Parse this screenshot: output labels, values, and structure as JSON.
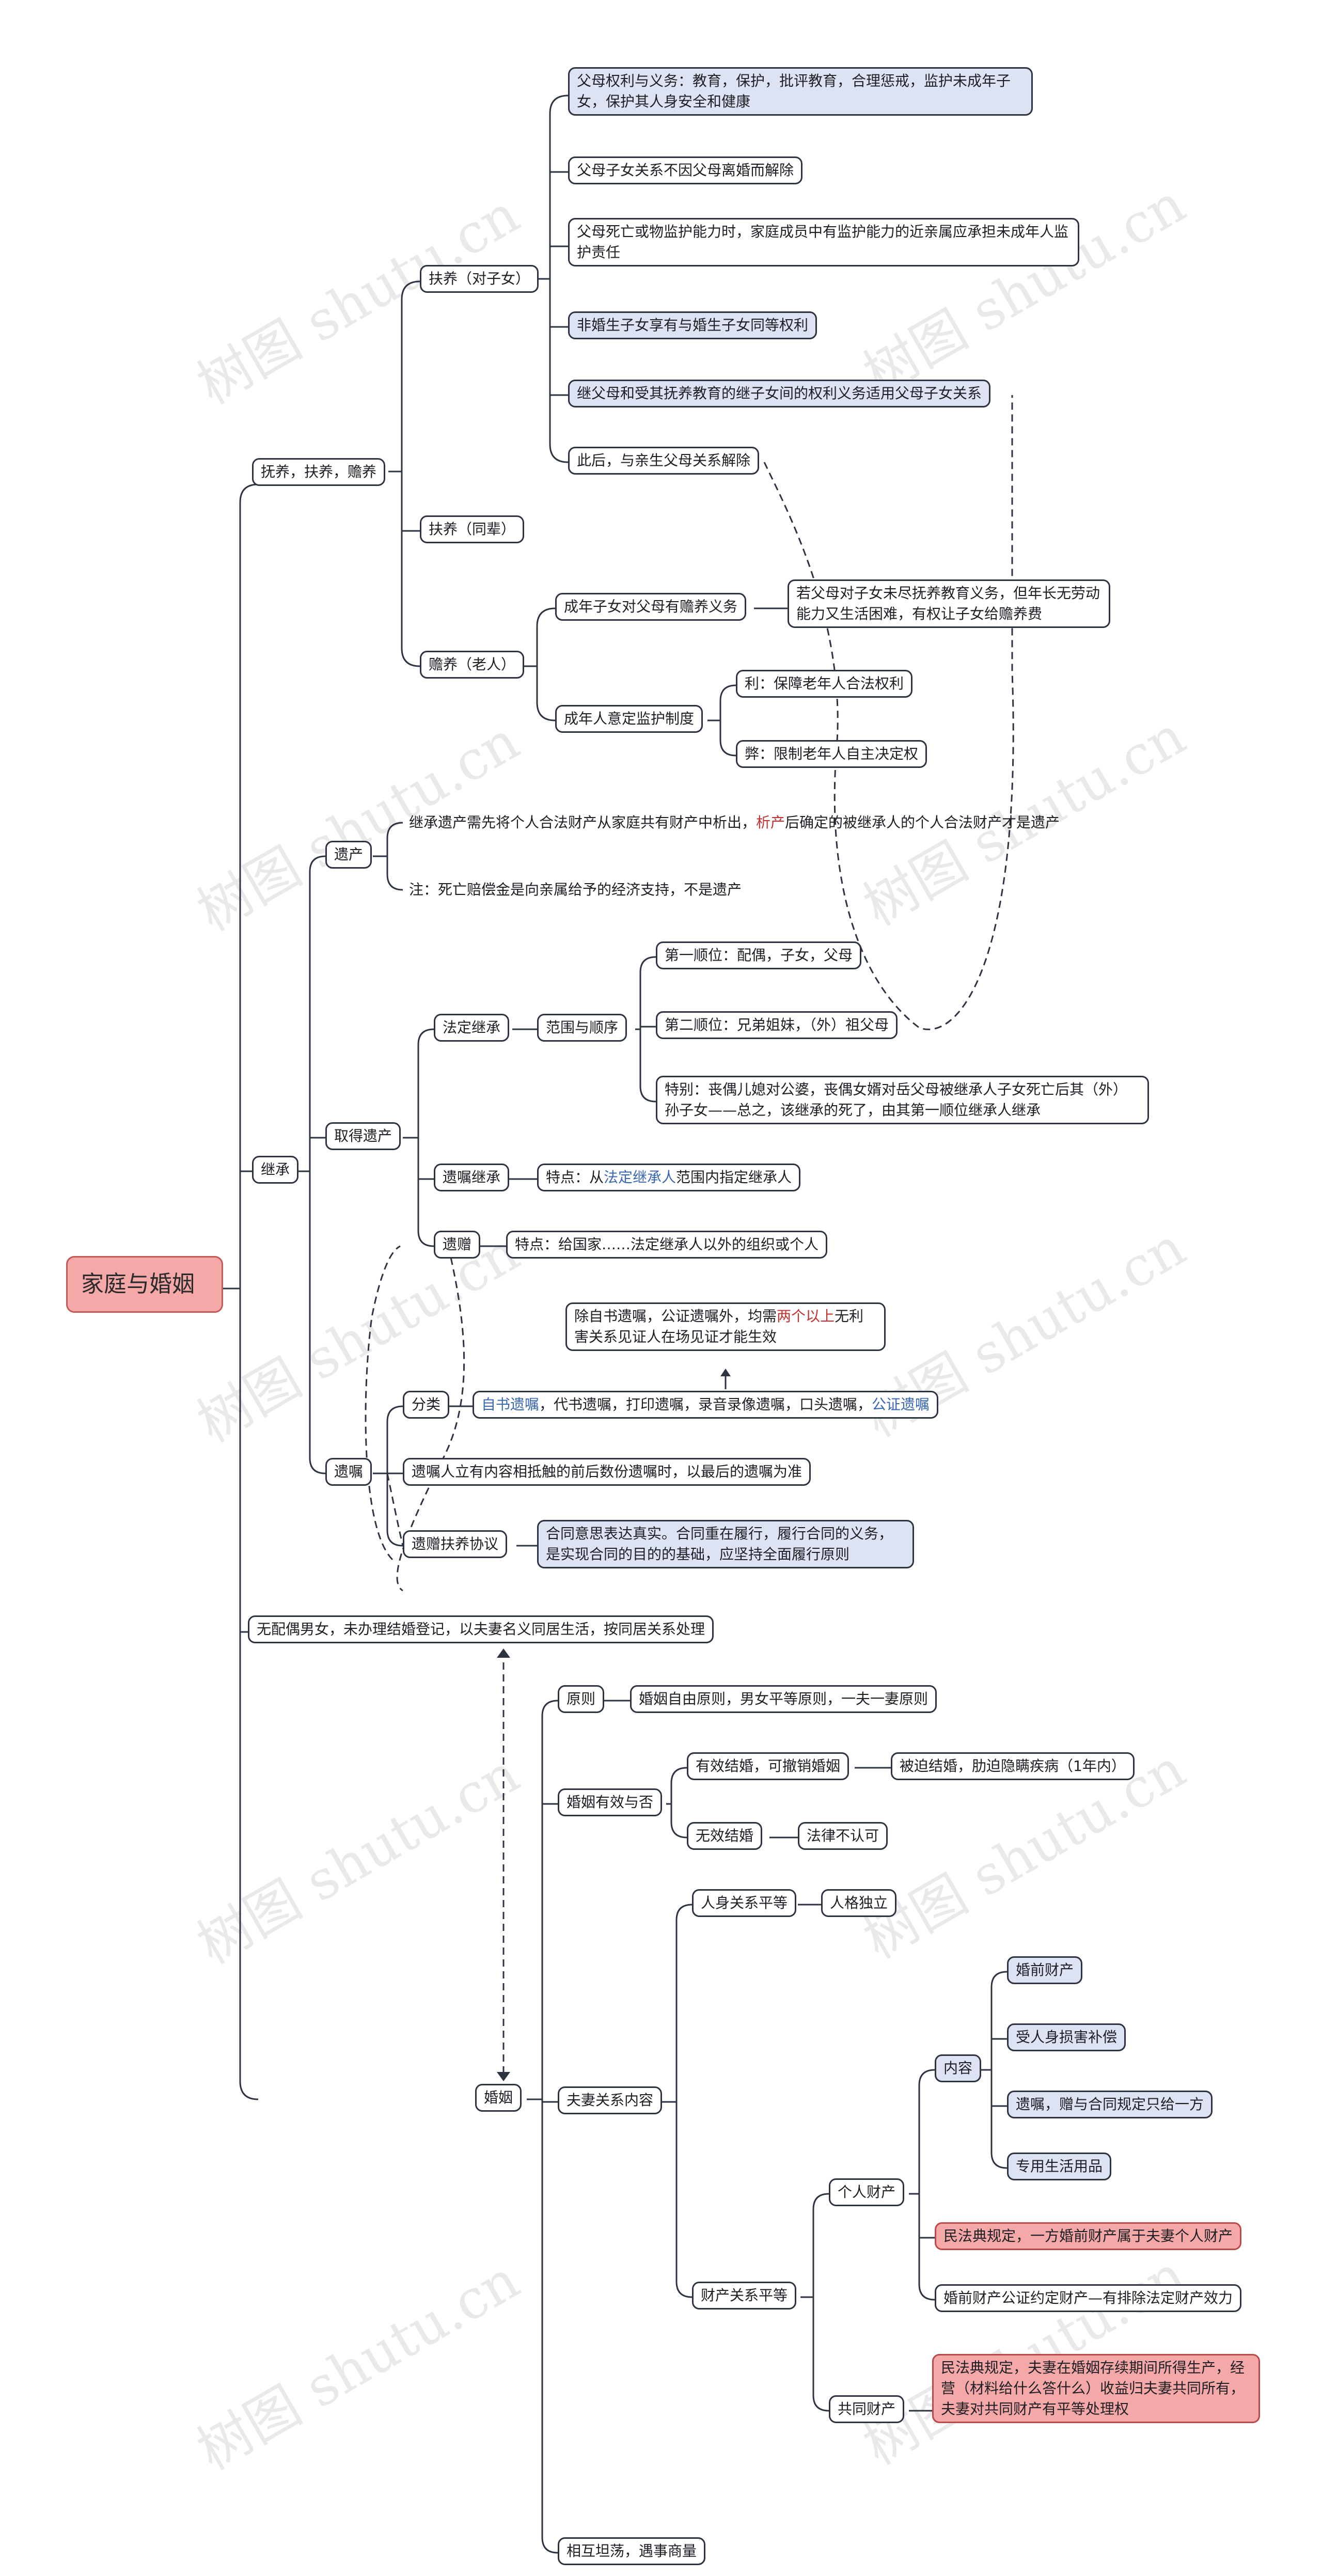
{
  "root": "家庭与婚姻",
  "watermark": "树图 shutu.cn",
  "support": {
    "label": "抚养，扶养，赡养",
    "children": {
      "label": "扶养（对子女）",
      "items": [
        "父母权利与义务：教育，保护，批评教育，合理惩戒，监护未成年子女，保护其人身安全和健康",
        "父母子女关系不因父母离婚而解除",
        "父母死亡或物监护能力时，家庭成员中有监护能力的近亲属应承担未成年人监护责任",
        "非婚生子女享有与婚生子女同等权利",
        "继父母和受其抚养教育的继子女间的权利义务适用父母子女关系",
        "此后，与亲生父母关系解除"
      ]
    },
    "peer": {
      "label": "扶养（同辈）"
    },
    "elder": {
      "label": "赡养（老人）",
      "duty": {
        "label": "成年子女对父母有赡养义务",
        "note": "若父母对子女未尽抚养教育义务，但年长无劳动能力又生活困难，有权让子女给赡养费"
      },
      "guardian": {
        "label": "成年人意定监护制度",
        "pro": "利：保障老年人合法权利",
        "con": "弊：限制老年人自主决定权"
      }
    }
  },
  "inherit": {
    "label": "继承",
    "estate": {
      "label": "遗产",
      "def_a": "继承遗产需先将个人合法财产从家庭共有财产中析出，",
      "def_b": "析产",
      "def_c": "后确定的被继承人的个人合法财产才是遗产",
      "note": "注：死亡赔偿金是向亲属给予的经济支持，不是遗产"
    },
    "acquire": {
      "label": "取得遗产",
      "legal": {
        "label": "法定继承",
        "scope": "范围与顺序",
        "first": "第一顺位：配偶，子女，父母",
        "second": "第二顺位：兄弟姐妹，（外）祖父母",
        "special": "特别：丧偶儿媳对公婆，丧偶女婿对岳父母被继承人子女死亡后其（外）孙子女——总之，该继承的死了，由其第一顺位继承人继承"
      },
      "will": {
        "label": "遗嘱继承",
        "feat_a": "特点：从",
        "feat_b": "法定继承人",
        "feat_c": "范围内指定继承人"
      },
      "gift": {
        "label": "遗赠",
        "feat": "特点：给国家……法定继承人以外的组织或个人"
      }
    },
    "testament": {
      "label": "遗嘱",
      "category": {
        "label": "分类",
        "list_a": "自书遗嘱",
        "list_b": "，代书遗嘱，打印遗嘱，录音录像遗嘱，口头遗嘱，",
        "list_c": "公证遗嘱",
        "witness_a": "除自书遗嘱，公证遗嘱外，均需",
        "witness_b": "两个以上",
        "witness_c": "无利害关系见证人在场见证才能生效"
      },
      "last": "遗嘱人立有内容相抵触的前后数份遗嘱时，以最后的遗嘱为准",
      "agreement": {
        "label": "遗赠扶养协议",
        "note": "合同意思表达真实。合同重在履行，履行合同的义务，是实现合同的目的的基础，应坚持全面履行原则"
      }
    }
  },
  "cohabit": "无配偶男女，未办理结婚登记，以夫妻名义同居生活，按同居关系处理",
  "marriage": {
    "label": "婚姻",
    "principle": {
      "label": "原则",
      "text": "婚姻自由原则，男女平等原则，一夫一妻原则"
    },
    "validity": {
      "label": "婚姻有效与否",
      "voidable": {
        "label": "有效结婚，可撤销婚姻",
        "text": "被迫结婚，肋迫隐瞒疾病（1年内）"
      },
      "void": {
        "label": "无效结婚",
        "text": "法律不认可"
      }
    },
    "content": {
      "label": "夫妻关系内容",
      "person": {
        "label": "人身关系平等",
        "child": "人格独立"
      },
      "property": {
        "label": "财产关系平等",
        "personal": {
          "label": "个人财产",
          "inner": {
            "label": "内容",
            "items": [
              "婚前财产",
              "受人身损害补偿",
              "遗嘱，赠与合同规定只给一方",
              "专用生活用品"
            ]
          },
          "rule": "民法典规定，一方婚前财产属于夫妻个人财产",
          "notary": "婚前财产公证约定财产—有排除法定财产效力"
        },
        "joint": {
          "label": "共同财产",
          "text": "民法典规定，夫妻在婚姻存续期间所得生产，经营（材料给什么答什么）收益归夫妻共同所有，夫妻对共同财产有平等处理权"
        }
      }
    },
    "respect": "相互坦荡，遇事商量"
  }
}
